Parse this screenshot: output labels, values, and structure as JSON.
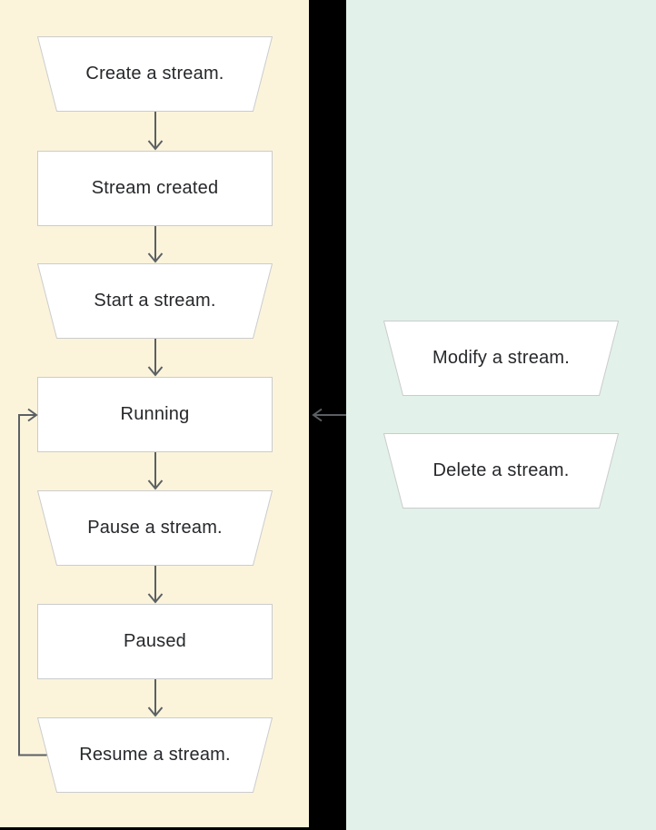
{
  "colors": {
    "left_panel_bg": "#FBF4DB",
    "right_panel_bg": "#E2F1E9",
    "gap_bg": "#000000",
    "node_fill": "#FFFFFF",
    "node_border": "#CBCCCD",
    "arrow_color": "#5B6064",
    "text_color": "#26282B"
  },
  "flowchart": {
    "main_column": {
      "nodes": [
        {
          "id": "create-stream",
          "label": "Create a stream.",
          "shape": "trapezoid"
        },
        {
          "id": "stream-created",
          "label": "Stream created",
          "shape": "rectangle"
        },
        {
          "id": "start-stream",
          "label": "Start a stream.",
          "shape": "trapezoid"
        },
        {
          "id": "running",
          "label": "Running",
          "shape": "rectangle"
        },
        {
          "id": "pause-stream",
          "label": "Pause a stream.",
          "shape": "trapezoid"
        },
        {
          "id": "paused",
          "label": "Paused",
          "shape": "rectangle"
        },
        {
          "id": "resume-stream",
          "label": "Resume a stream.",
          "shape": "trapezoid"
        }
      ],
      "edges": [
        {
          "from": "create-stream",
          "to": "stream-created",
          "direction": "down"
        },
        {
          "from": "stream-created",
          "to": "start-stream",
          "direction": "down"
        },
        {
          "from": "start-stream",
          "to": "running",
          "direction": "down"
        },
        {
          "from": "running",
          "to": "pause-stream",
          "direction": "down"
        },
        {
          "from": "pause-stream",
          "to": "paused",
          "direction": "down"
        },
        {
          "from": "paused",
          "to": "resume-stream",
          "direction": "down"
        },
        {
          "from": "resume-stream",
          "to": "running",
          "direction": "loop-left-up"
        }
      ]
    },
    "side_column": {
      "nodes": [
        {
          "id": "modify-stream",
          "label": "Modify a stream.",
          "shape": "trapezoid"
        },
        {
          "id": "delete-stream",
          "label": "Delete a stream.",
          "shape": "trapezoid"
        }
      ],
      "edges": [
        {
          "from": "side_column",
          "to": "running",
          "direction": "left"
        }
      ]
    }
  }
}
